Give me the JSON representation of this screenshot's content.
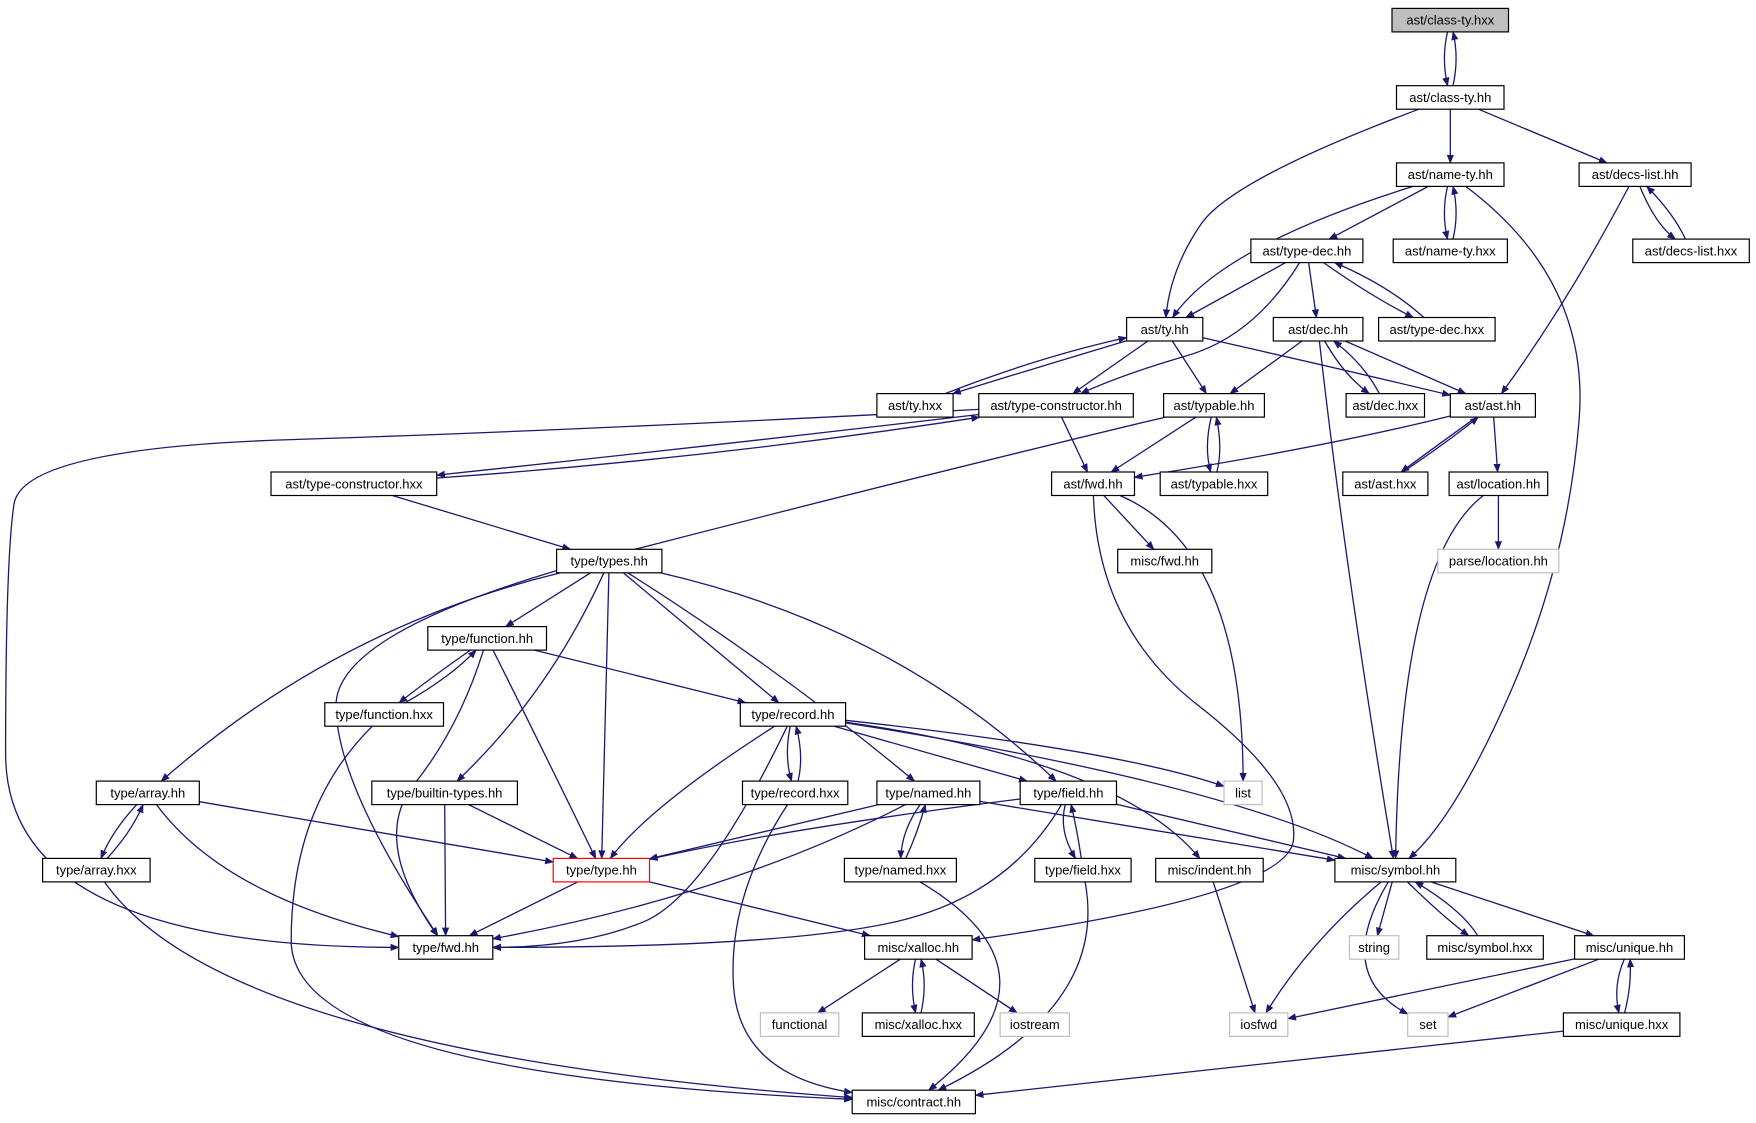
{
  "diagram": {
    "title": "",
    "colors": {
      "edge": "#191970",
      "node_border": "#000000",
      "root_fill": "#bfbfbf",
      "highlight_border": "#ff0000",
      "system_border": "#bfbfbf",
      "background": "#ffffff"
    },
    "nodes": [
      {
        "id": "class_ty_hxx",
        "label": "ast/class-ty.hxx",
        "kind": "root"
      },
      {
        "id": "class_ty_hh",
        "label": "ast/class-ty.hh",
        "kind": "normal"
      },
      {
        "id": "name_ty_hh",
        "label": "ast/name-ty.hh",
        "kind": "normal"
      },
      {
        "id": "decs_list_hh",
        "label": "ast/decs-list.hh",
        "kind": "normal"
      },
      {
        "id": "name_ty_hxx",
        "label": "ast/name-ty.hxx",
        "kind": "normal"
      },
      {
        "id": "decs_list_hxx",
        "label": "ast/decs-list.hxx",
        "kind": "normal"
      },
      {
        "id": "type_dec_hh",
        "label": "ast/type-dec.hh",
        "kind": "normal"
      },
      {
        "id": "ty_hh",
        "label": "ast/ty.hh",
        "kind": "normal"
      },
      {
        "id": "dec_hh",
        "label": "ast/dec.hh",
        "kind": "normal"
      },
      {
        "id": "type_dec_hxx",
        "label": "ast/type-dec.hxx",
        "kind": "normal"
      },
      {
        "id": "ty_hxx",
        "label": "ast/ty.hxx",
        "kind": "normal"
      },
      {
        "id": "type_constructor_hh",
        "label": "ast/type-constructor.hh",
        "kind": "normal"
      },
      {
        "id": "typable_hh",
        "label": "ast/typable.hh",
        "kind": "normal"
      },
      {
        "id": "dec_hxx",
        "label": "ast/dec.hxx",
        "kind": "normal"
      },
      {
        "id": "ast_hh",
        "label": "ast/ast.hh",
        "kind": "normal"
      },
      {
        "id": "type_constructor_hxx",
        "label": "ast/type-constructor.hxx",
        "kind": "normal"
      },
      {
        "id": "ast_fwd_hh",
        "label": "ast/fwd.hh",
        "kind": "normal"
      },
      {
        "id": "typable_hxx",
        "label": "ast/typable.hxx",
        "kind": "normal"
      },
      {
        "id": "ast_hxx",
        "label": "ast/ast.hxx",
        "kind": "normal"
      },
      {
        "id": "location_hh",
        "label": "ast/location.hh",
        "kind": "normal"
      },
      {
        "id": "misc_fwd_hh",
        "label": "misc/fwd.hh",
        "kind": "normal"
      },
      {
        "id": "parse_location_hh",
        "label": "parse/location.hh",
        "kind": "system"
      },
      {
        "id": "types_hh",
        "label": "type/types.hh",
        "kind": "normal"
      },
      {
        "id": "function_hh",
        "label": "type/function.hh",
        "kind": "normal"
      },
      {
        "id": "function_hxx",
        "label": "type/function.hxx",
        "kind": "normal"
      },
      {
        "id": "record_hh",
        "label": "type/record.hh",
        "kind": "normal"
      },
      {
        "id": "list",
        "label": "list",
        "kind": "system"
      },
      {
        "id": "array_hh",
        "label": "type/array.hh",
        "kind": "normal"
      },
      {
        "id": "builtin_types_hh",
        "label": "type/builtin-types.hh",
        "kind": "normal"
      },
      {
        "id": "record_hxx",
        "label": "type/record.hxx",
        "kind": "normal"
      },
      {
        "id": "named_hh",
        "label": "type/named.hh",
        "kind": "normal"
      },
      {
        "id": "field_hh",
        "label": "type/field.hh",
        "kind": "normal"
      },
      {
        "id": "array_hxx",
        "label": "type/array.hxx",
        "kind": "normal"
      },
      {
        "id": "type_hh",
        "label": "type/type.hh",
        "kind": "highlight"
      },
      {
        "id": "named_hxx",
        "label": "type/named.hxx",
        "kind": "normal"
      },
      {
        "id": "field_hxx",
        "label": "type/field.hxx",
        "kind": "normal"
      },
      {
        "id": "indent_hh",
        "label": "misc/indent.hh",
        "kind": "normal"
      },
      {
        "id": "symbol_hh",
        "label": "misc/symbol.hh",
        "kind": "normal"
      },
      {
        "id": "type_fwd_hh",
        "label": "type/fwd.hh",
        "kind": "normal"
      },
      {
        "id": "xalloc_hh",
        "label": "misc/xalloc.hh",
        "kind": "normal"
      },
      {
        "id": "string",
        "label": "string",
        "kind": "system"
      },
      {
        "id": "symbol_hxx",
        "label": "misc/symbol.hxx",
        "kind": "normal"
      },
      {
        "id": "unique_hh",
        "label": "misc/unique.hh",
        "kind": "normal"
      },
      {
        "id": "functional",
        "label": "functional",
        "kind": "system"
      },
      {
        "id": "xalloc_hxx",
        "label": "misc/xalloc.hxx",
        "kind": "normal"
      },
      {
        "id": "iostream",
        "label": "iostream",
        "kind": "system"
      },
      {
        "id": "iosfwd",
        "label": "iosfwd",
        "kind": "system"
      },
      {
        "id": "set",
        "label": "set",
        "kind": "system"
      },
      {
        "id": "unique_hxx",
        "label": "misc/unique.hxx",
        "kind": "normal"
      },
      {
        "id": "contract_hh",
        "label": "misc/contract.hh",
        "kind": "normal"
      }
    ]
  }
}
